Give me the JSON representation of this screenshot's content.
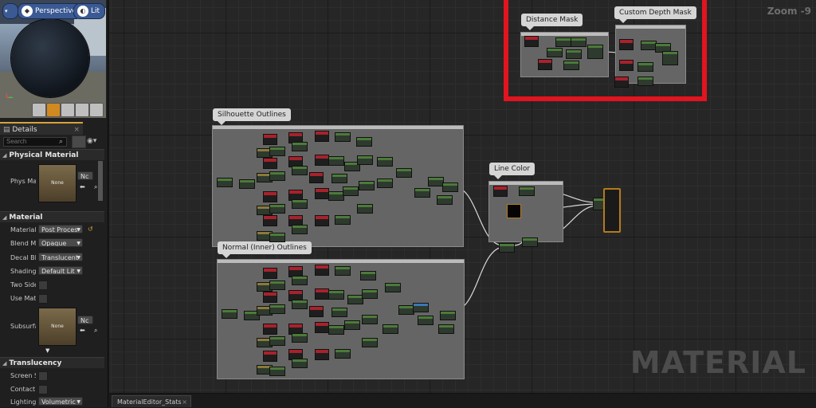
{
  "viewport": {
    "perspective_label": "Perspective",
    "lit_label": "Lit",
    "axes_label": "x  z"
  },
  "details": {
    "tab_label": "Details",
    "tab_close": "×",
    "search_placeholder": "Search",
    "sections": {
      "physical_material": "Physical Material",
      "material": "Material",
      "translucency": "Translucency"
    },
    "phys_mat_label": "Phys Ma",
    "phys_thumb_label": "None",
    "phys_dd": "Nc",
    "material_rows": [
      {
        "label": "Material",
        "value": "Post Proces"
      },
      {
        "label": "Blend M",
        "value": "Opaque"
      },
      {
        "label": "Decal Bl",
        "value": "Translucent"
      },
      {
        "label": "Shading",
        "value": "Default Lit"
      },
      {
        "label": "Two Side",
        "value": ""
      },
      {
        "label": "Use Mat",
        "value": ""
      }
    ],
    "subsurface_label": "Subsurfa",
    "subsurface_thumb_label": "None",
    "subsurface_dd": "Nc",
    "translucency_rows": [
      {
        "label": "Screen S"
      },
      {
        "label": "Contact"
      },
      {
        "label": "Lighting",
        "value": "Volumetric"
      }
    ]
  },
  "graph": {
    "zoom": "Zoom -9",
    "watermark": "MATERIAL",
    "comments": {
      "distance_mask": "Distance Mask",
      "custom_depth_mask": "Custom Depth Mask",
      "silhouette_outlines": "Silhouette Outlines",
      "normal_outlines": "Normal (Inner) Outlines",
      "line_color": "Line Color"
    },
    "highlight_color": "#e2141f"
  },
  "bottom_tab": {
    "label": "MaterialEditor_Stats",
    "close": "×"
  }
}
